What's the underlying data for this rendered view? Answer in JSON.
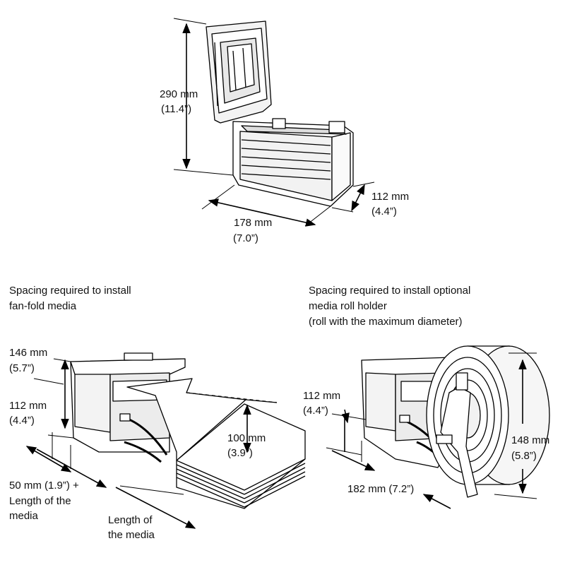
{
  "top_view": {
    "height_mm": "290 mm",
    "height_in": "(11.4”)",
    "width_mm": "178 mm",
    "width_in": "(7.0”)",
    "depth_mm": "112 mm",
    "depth_in": "(4.4”)"
  },
  "fanfold": {
    "title_line1": "Spacing required to install",
    "title_line2": "fan-fold media",
    "h146_mm": "146 mm",
    "h146_in": "(5.7”)",
    "h112_mm": "112 mm",
    "h112_in": "(4.4”)",
    "stack_mm": "100 mm",
    "stack_in": "(3.9”)",
    "clear_line1": "50 mm (1.9”) +",
    "clear_line2": "Length of the",
    "clear_line3": "media",
    "len_line1": "Length of",
    "len_line2": "the media"
  },
  "rollholder": {
    "title_line1": "Spacing required to install optional",
    "title_line2": "media roll holder",
    "title_line3": "(roll with the maximum diameter)",
    "h112_mm": "112 mm",
    "h112_in": "(4.4”)",
    "h148_mm": "148 mm",
    "h148_in": "(5.8”)",
    "d182": "182 mm (7.2”)"
  }
}
